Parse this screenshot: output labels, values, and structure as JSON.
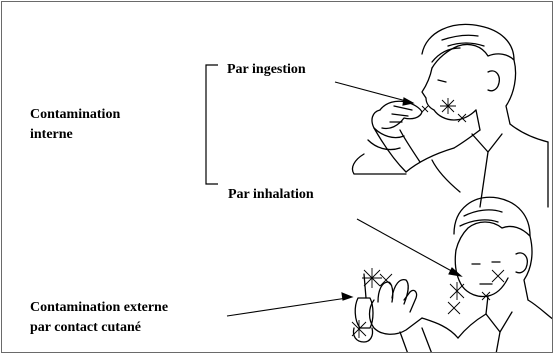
{
  "labels": {
    "internal_line1": "Contamination",
    "internal_line2": "interne",
    "ingestion": "Par ingestion",
    "inhalation": "Par inhalation",
    "external_line1": "Contamination externe",
    "external_line2": "par contact cutané"
  },
  "colors": {
    "ink": "#000000",
    "frame": "#6a6a6a",
    "background": "#ffffff"
  },
  "icons": {
    "figure_top": "person-hand-to-mouth-illustration",
    "figure_bottom": "person-raised-hands-illustration",
    "particles": "asterisk-sparkle"
  }
}
